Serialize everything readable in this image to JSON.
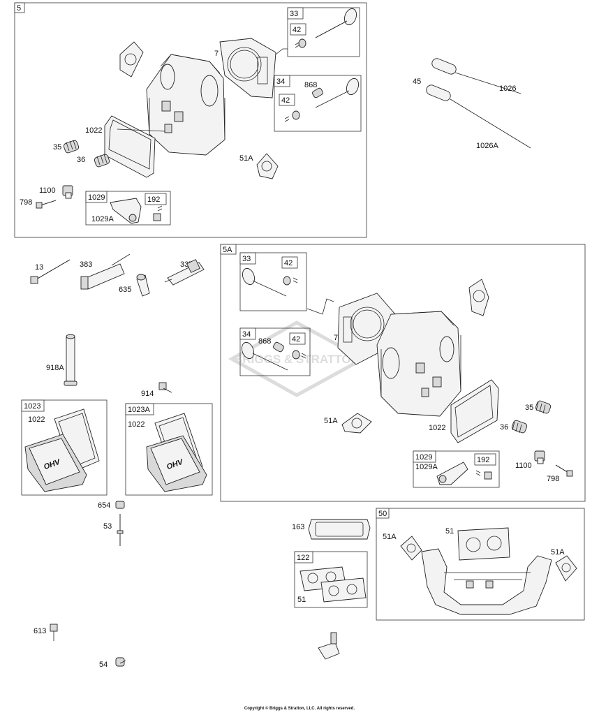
{
  "copyright": "Copyright © Briggs & Stratton, LLC. All rights reserved.",
  "watermark": "BRIGGS & STRATTON",
  "groups": {
    "g5": "5",
    "g5a": "5A",
    "g1023": "1023",
    "g1023a": "1023A",
    "g50": "50",
    "g122": "122"
  },
  "callouts": {
    "b5": {
      "n33": "33",
      "n42a": "42",
      "n34": "34",
      "n868": "868",
      "n42b": "42",
      "n7": "7",
      "n1022": "1022",
      "n35": "35",
      "n36": "36",
      "n51a": "51A",
      "n1100": "1100",
      "n798": "798",
      "n1029": "1029",
      "n1029a": "1029A",
      "n192": "192"
    },
    "loose": {
      "n45": "45",
      "n1026": "1026",
      "n1026a": "1026A",
      "n13": "13",
      "n383": "383",
      "n337": "337",
      "n635": "635",
      "n918a": "918A",
      "n914": "914",
      "n654": "654",
      "n53": "53",
      "n613": "613",
      "n54": "54",
      "n163": "163"
    },
    "b1023": {
      "n1022": "1022"
    },
    "b1023a": {
      "n1022": "1022"
    },
    "b5a": {
      "n33": "33",
      "n42a": "42",
      "n34": "34",
      "n868": "868",
      "n42b": "42",
      "n7": "7",
      "n51a": "51A",
      "n1022": "1022",
      "n35": "35",
      "n36": "36",
      "n1029": "1029",
      "n1029a": "1029A",
      "n192": "192",
      "n1100": "1100",
      "n798": "798"
    },
    "b122": {
      "n51": "51"
    },
    "b50": {
      "n51a_l": "51A",
      "n51": "51",
      "n51a_r": "51A"
    }
  },
  "cover_text": "OHV"
}
